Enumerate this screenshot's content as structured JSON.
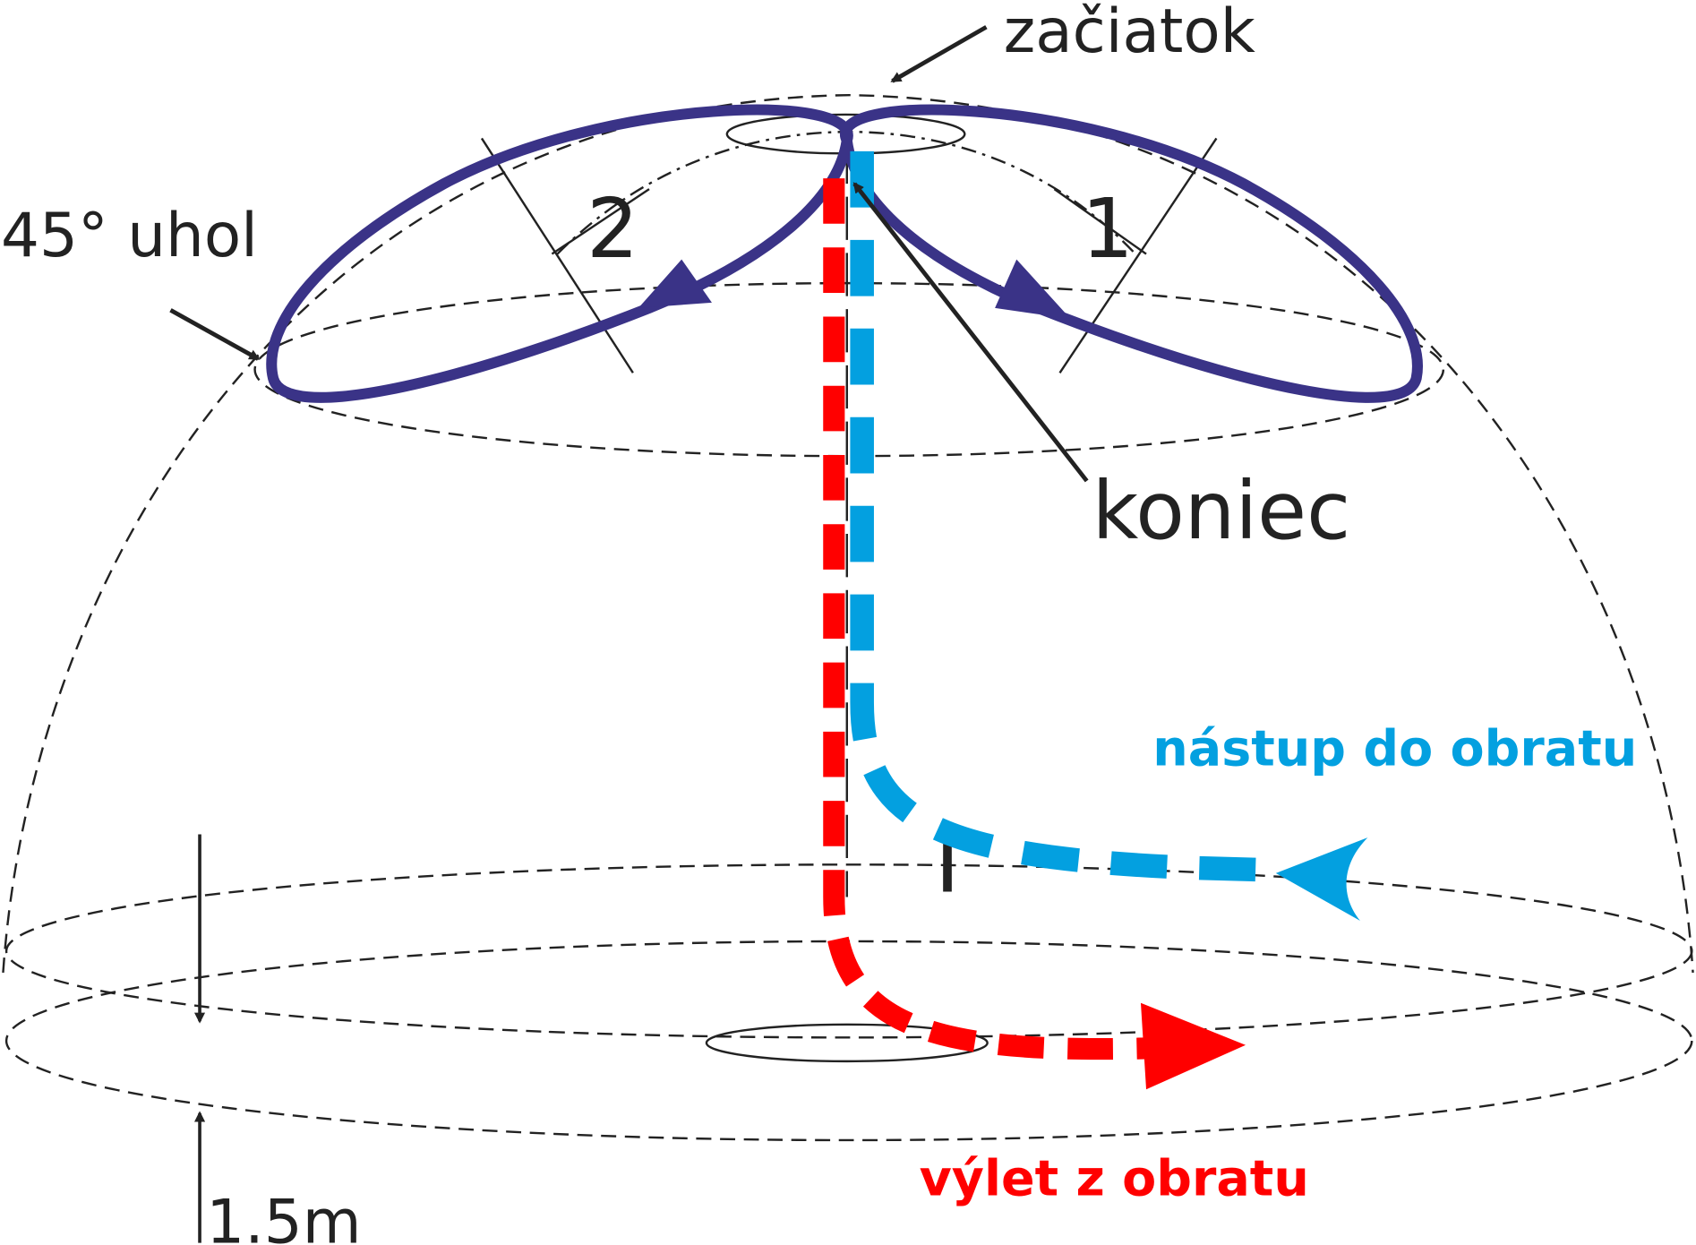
{
  "labels": {
    "start": "začiatok",
    "angle": "45° uhol",
    "loop_2": "2",
    "loop_1": "1",
    "end": "koniec",
    "entry": "nástup do obratu",
    "exit": "výlet z obratu",
    "height": "1.5m"
  },
  "colors": {
    "loop": "#3a3387",
    "entry": "#03a0e0",
    "exit": "#ff0000",
    "outline": "#222222"
  }
}
